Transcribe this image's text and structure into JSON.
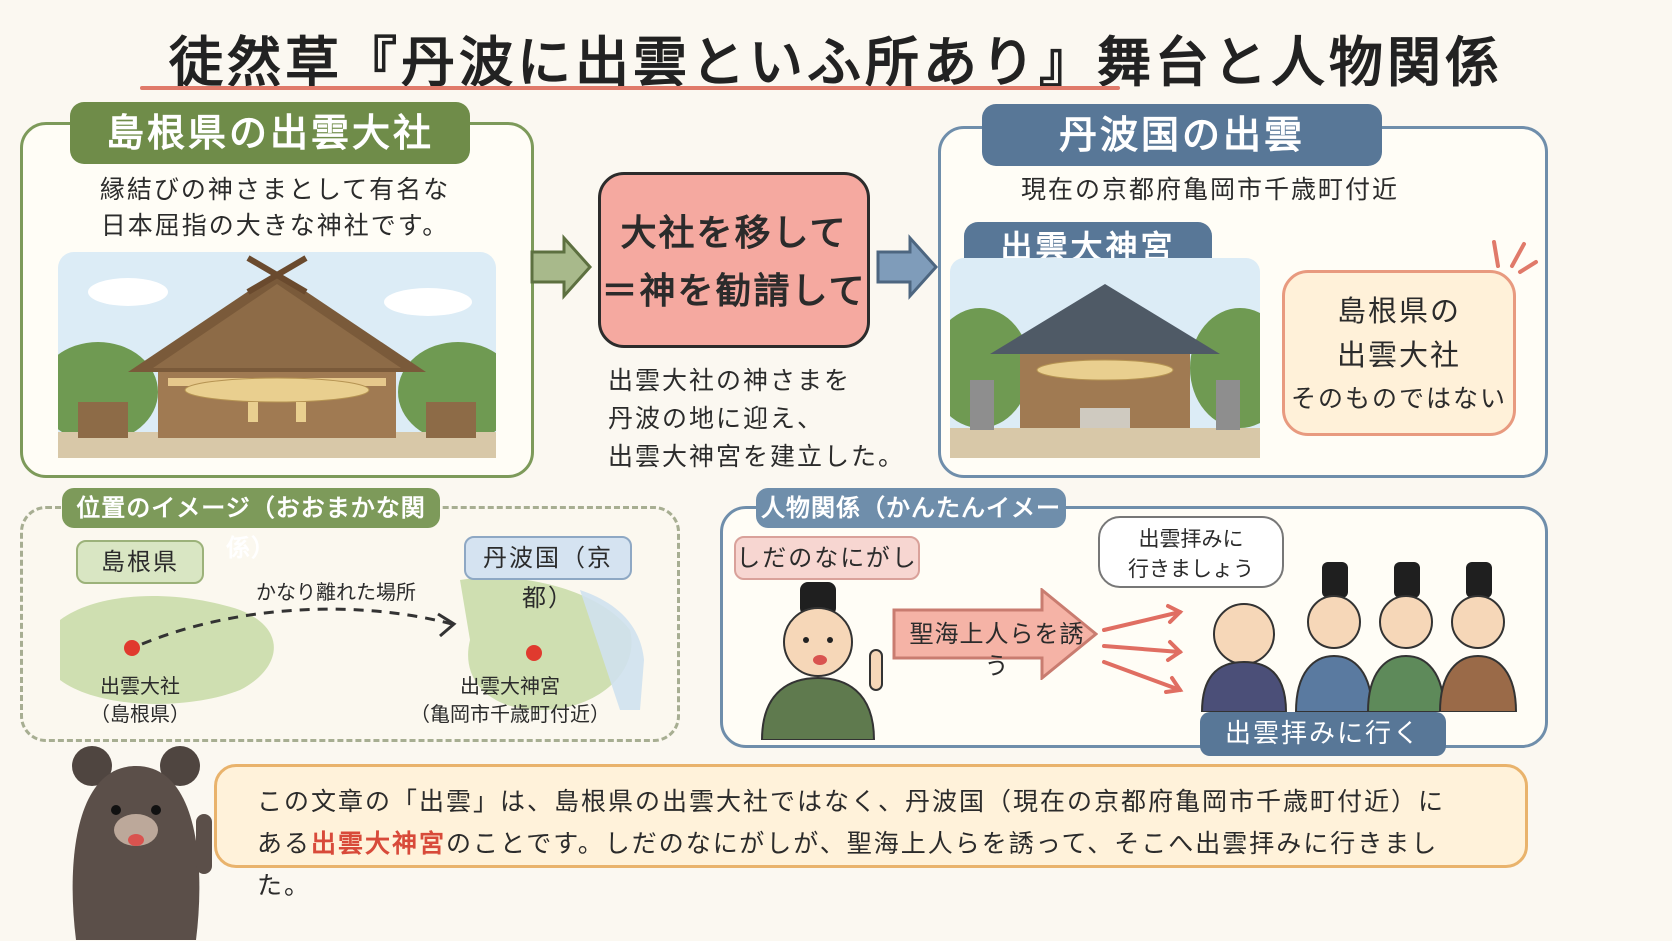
{
  "title": "徒然草『丹波に出雲といふ所あり』舞台と人物関係",
  "left_panel": {
    "heading": "島根県の出雲大社",
    "desc_line1": "縁結びの神さまとして有名な",
    "desc_line2": "日本屈指の大きな神社です。"
  },
  "middle": {
    "arrow_line1": "大社を移して",
    "arrow_line2": "＝神を勧請して",
    "caption_line1": "出雲大社の神さまを",
    "caption_line2": "丹波の地に迎え、",
    "caption_line3": "出雲大神宮を建立した。"
  },
  "right_panel": {
    "heading": "丹波国の出雲",
    "location": "現在の京都府亀岡市千歳町付近",
    "shrine_tag": "出雲大神宮",
    "note_line1": "島根県の",
    "note_line2": "出雲大社",
    "note_line3": "そのものではない"
  },
  "map_panel": {
    "heading": "位置のイメージ（おおまかな関係）",
    "left_chip": "島根県",
    "right_chip": "丹波国（京都）",
    "distance_label": "かなり離れた場所",
    "left_point_line1": "出雲大社",
    "left_point_line2": "（島根県）",
    "right_point_line1": "出雲大神宮",
    "right_point_line2": "（亀岡市千歳町付近）"
  },
  "people_panel": {
    "heading": "人物関係（かんたんイメージ）",
    "person_chip": "しだのなにがし",
    "invite_label": "聖海上人らを誘う",
    "speech_line1": "出雲拝みに",
    "speech_line2": "行きましょう",
    "go_label": "出雲拝みに行く"
  },
  "bottom": {
    "line1": "この文章の「出雲」は、島根県の出雲大社ではなく、丹波国（現在の京都府亀岡市千歳町付近）に",
    "line2_pre": "ある",
    "line2_highlight": "出雲大神宮",
    "line2_post": "のことです。しだのなにがしが、聖海上人らを誘って、そこへ出雲拝みに行きました。"
  },
  "colors": {
    "green": "#6f8c49",
    "blue": "#587797",
    "pink": "#f5a9a0",
    "accent_red": "#d84a3a"
  }
}
